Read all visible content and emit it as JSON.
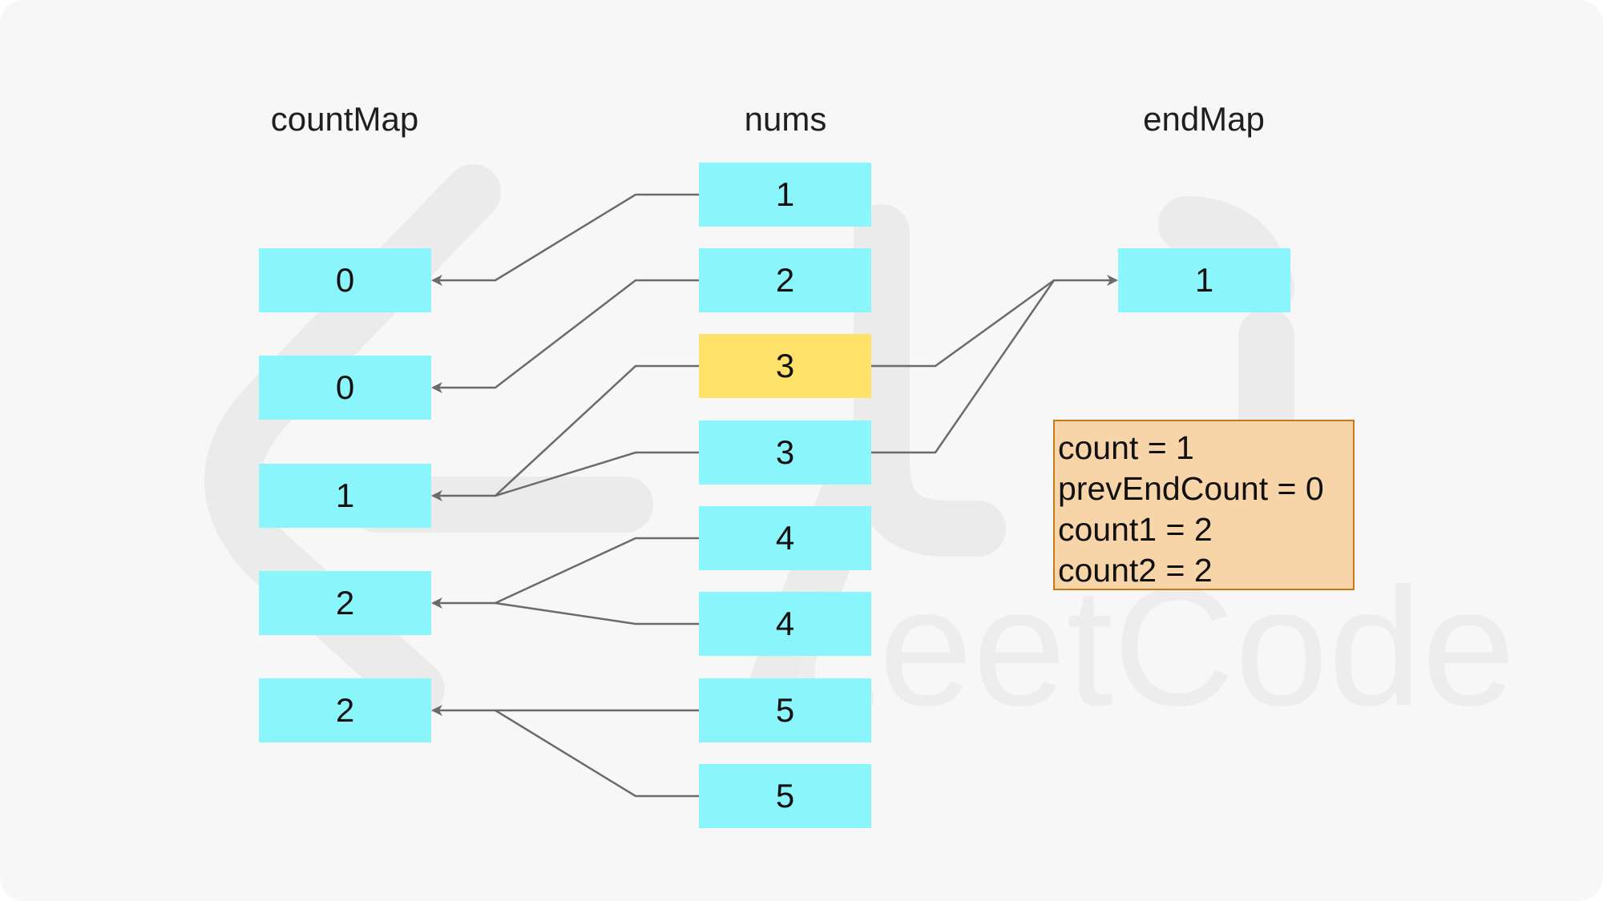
{
  "titles": {
    "count_map": "countMap",
    "nums": "nums",
    "end_map": "endMap"
  },
  "count_map": [
    "0",
    "0",
    "1",
    "2",
    "2"
  ],
  "nums": [
    "1",
    "2",
    "3",
    "3",
    "4",
    "4",
    "5",
    "5"
  ],
  "end_map": [
    "1"
  ],
  "state": {
    "line1": "count = 1",
    "line2": "prevEndCount = 0",
    "line3": "count1 = 2",
    "line4": "count2 = 2"
  },
  "watermark_text": "LeetCode",
  "colors": {
    "cell": "#8af6fb",
    "highlight": "#ffe26a",
    "state_box": "#f8d5a9",
    "state_border": "#c47a17",
    "arrow": "#6b6b6b"
  },
  "highlighted_nums_index": 2
}
